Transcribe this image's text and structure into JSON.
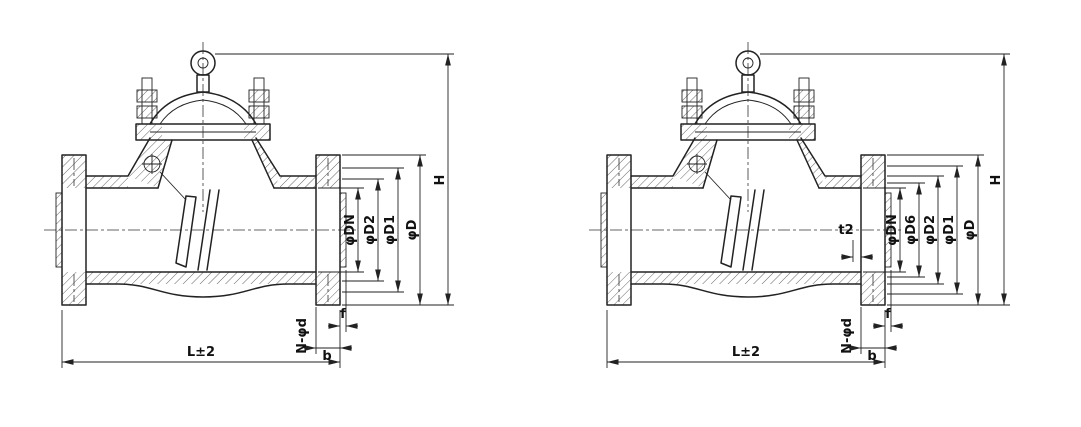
{
  "colors": {
    "background": "#ffffff",
    "line": "#222222"
  },
  "left_view": {
    "labels": {
      "dn": "φDN",
      "d2": "φD2",
      "d1": "φD1",
      "d": "φD",
      "h": "H",
      "nd": "N-φd",
      "b": "b",
      "f": "f",
      "l": "L±2"
    }
  },
  "right_view": {
    "labels": {
      "dn": "φDN",
      "d6": "φD6",
      "d2": "φD2",
      "d1": "φD1",
      "d": "φD",
      "h": "H",
      "t2": "t2",
      "nd": "N-φd",
      "b": "b",
      "f": "f",
      "l": "L±2"
    }
  }
}
